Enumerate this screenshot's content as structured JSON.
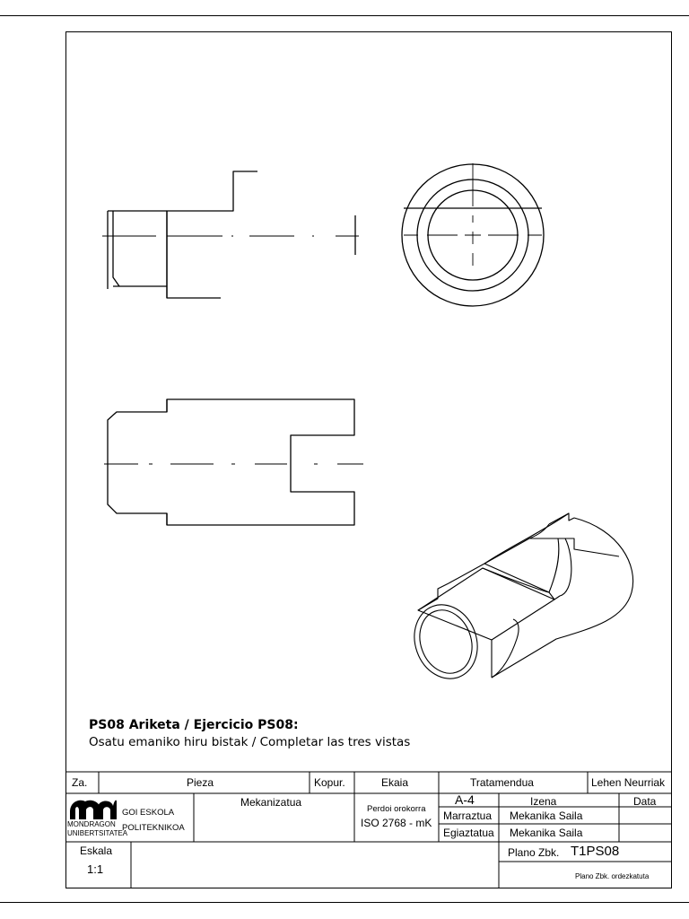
{
  "exercise": {
    "title": "PS08 Ariketa / Ejercicio PS08:",
    "subtitle": "Osatu emaniko hiru bistak / Completar las tres vistas"
  },
  "title_block": {
    "header": {
      "za": "Za.",
      "pieza": "Pieza",
      "kopur": "Kopur.",
      "ekaia": "Ekaia",
      "tratamendua": "Tratamendua",
      "lehen_neurriak": "Lehen Neurriak"
    },
    "logo": {
      "mark": "mu",
      "line1": "MONDRAGON",
      "line2": "UNIBERTSITATEA"
    },
    "school": {
      "line1": "GOI ESKOLA",
      "line2": "POLITEKNIKOA"
    },
    "tratamendua_value": "Mekanizatua",
    "tolerance": {
      "label": "Perdoi orokorra",
      "value": "ISO 2768 - mK"
    },
    "format": "A-4",
    "izena_header": "Izena",
    "data_header": "Data",
    "marraztua": {
      "label": "Marraztua",
      "name": "Mekanika Saila"
    },
    "egiaztatua": {
      "label": "Egiaztatua",
      "name": "Mekanika Saila"
    },
    "eskala": {
      "label": "Eskala",
      "value": "1:1"
    },
    "plano_zbk": {
      "label": "Plano Zbk.",
      "value": "T1PS08"
    },
    "plano_ordezkatuta": "Plano Zbk. ordezkatuta"
  }
}
